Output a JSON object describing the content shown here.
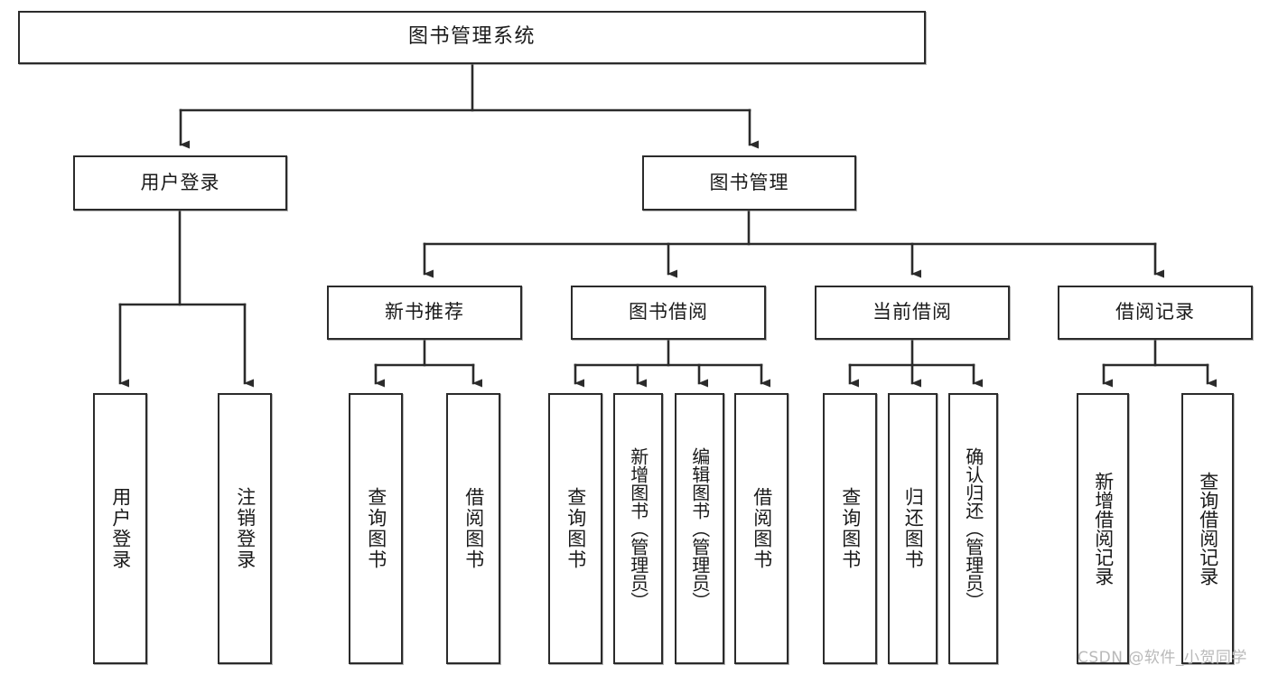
{
  "diagram": {
    "type": "tree",
    "title": "图书管理系统",
    "watermark": "CSDN @软件_小贺同学",
    "colors": {
      "stroke": "#2b2b2b",
      "fill": "#ffffff",
      "text": "#1a1a1a",
      "watermark": "#b9b9b9"
    },
    "nodes": {
      "root": {
        "label": "图书管理系统"
      },
      "level2": [
        {
          "id": "user-login",
          "label": "用户登录"
        },
        {
          "id": "book-management",
          "label": "图书管理"
        }
      ],
      "level3": [
        {
          "id": "new-book-recommend",
          "label": "新书推荐"
        },
        {
          "id": "book-borrow",
          "label": "图书借阅"
        },
        {
          "id": "current-borrow",
          "label": "当前借阅"
        },
        {
          "id": "borrow-record",
          "label": "借阅记录"
        }
      ],
      "leaves": {
        "user_login": [
          {
            "id": "leaf-user-login",
            "label": "用户登录"
          },
          {
            "id": "leaf-logout-login",
            "label": "注销登录"
          }
        ],
        "new_book_recommend": [
          {
            "id": "leaf-query-book-1",
            "label": "查询图书"
          },
          {
            "id": "leaf-borrow-book-1",
            "label": "借阅图书"
          }
        ],
        "book_borrow": [
          {
            "id": "leaf-query-book-2",
            "label": "查询图书"
          },
          {
            "id": "leaf-add-book",
            "label": "新增图书（管理员）"
          },
          {
            "id": "leaf-edit-book",
            "label": "编辑图书（管理员）"
          },
          {
            "id": "leaf-borrow-book-2",
            "label": "借阅图书"
          }
        ],
        "current_borrow": [
          {
            "id": "leaf-query-book-3",
            "label": "查询图书"
          },
          {
            "id": "leaf-return-book",
            "label": "归还图书"
          },
          {
            "id": "leaf-confirm-return",
            "label": "确认归还（管理员）"
          }
        ],
        "borrow_record": [
          {
            "id": "leaf-add-record",
            "label": "新增借阅记录"
          },
          {
            "id": "leaf-query-record",
            "label": "查询借阅记录"
          }
        ]
      }
    }
  }
}
